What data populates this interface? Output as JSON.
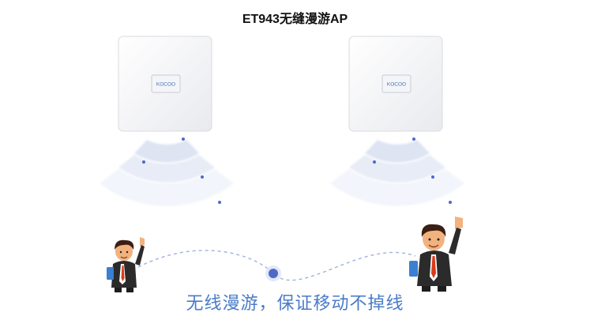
{
  "page": {
    "title": "ET943无缝漫游AP",
    "caption": "无线漫游，保证移动不掉线"
  },
  "devices": [
    {
      "logo": "KOCOO"
    },
    {
      "logo": "KOCOO"
    }
  ],
  "colors": {
    "accent": "#4a7bc8",
    "signal": "#dfe6f3",
    "suit": "#2b2b2b",
    "tie": "#d83a1a",
    "phone": "#3a7fd1",
    "skin": "#f2b27e",
    "hair": "#3a1f12",
    "dot": "#4f69c7"
  },
  "icons": [
    "ap-device-icon",
    "wifi-signal-icon",
    "businessman-icon",
    "roaming-dot-icon"
  ]
}
